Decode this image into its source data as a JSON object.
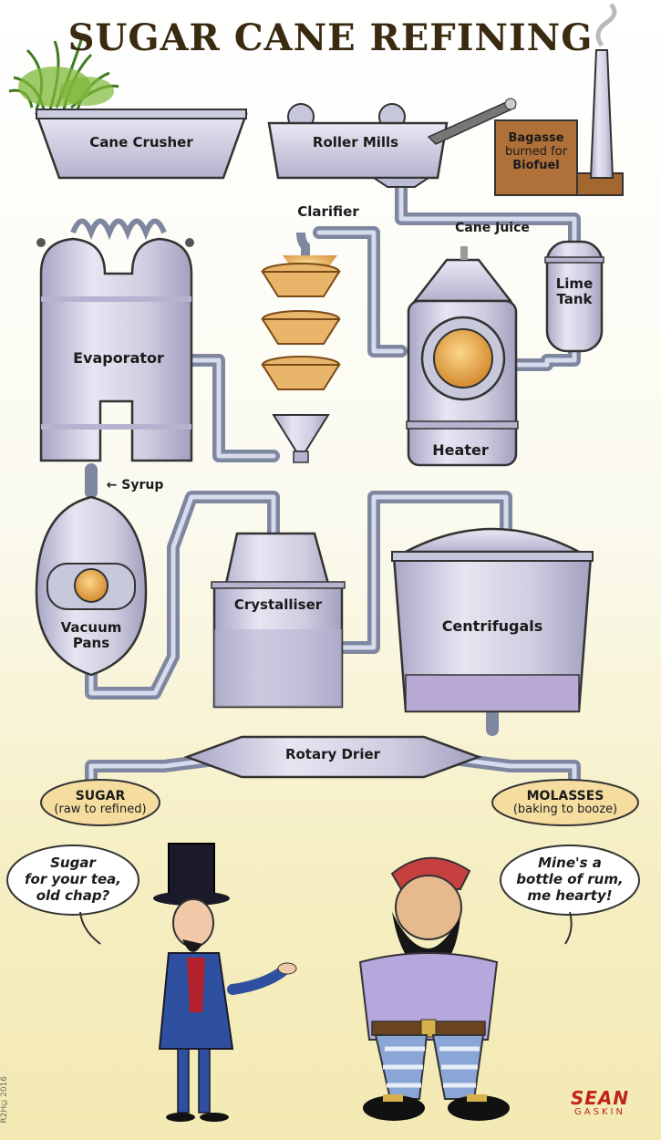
{
  "title": "SUGAR CANE REFINING",
  "stages": {
    "cane_crusher": "Cane Crusher",
    "roller_mills": "Roller Mills",
    "bagasse_line1": "Bagasse",
    "bagasse_line2": "burned for",
    "bagasse_line3": "Biofuel",
    "clarifier": "Clarifier",
    "cane_juice": "Cane Juice",
    "lime_tank_line1": "Lime",
    "lime_tank_line2": "Tank",
    "evaporator": "Evaporator",
    "heater": "Heater",
    "syrup": "Syrup",
    "vacuum_pans_line1": "Vacuum",
    "vacuum_pans_line2": "Pans",
    "crystalliser": "Crystalliser",
    "centrifugals": "Centrifugals",
    "rotary_drier": "Rotary Drier"
  },
  "products": {
    "sugar_main": "SUGAR",
    "sugar_sub": "(raw to refined)",
    "molasses_main": "MOLASSES",
    "molasses_sub": "(baking to booze)"
  },
  "speech": {
    "gentleman_line1": "Sugar",
    "gentleman_line2": "for your tea,",
    "gentleman_line3": "old chap?",
    "pirate_line1": "Mine's a",
    "pirate_line2": "bottle of rum,",
    "pirate_line3": "me hearty!"
  },
  "credits": {
    "copyright": "R2H©2016",
    "signature_top": "SEAN",
    "signature_bottom": "GASKIN"
  },
  "colors": {
    "metal": "#c9c9dc",
    "metal_dark": "#9c98b8",
    "liquid": "#e0a24a",
    "brick": "#b0703a",
    "sign_bg": "#f5dda0"
  }
}
